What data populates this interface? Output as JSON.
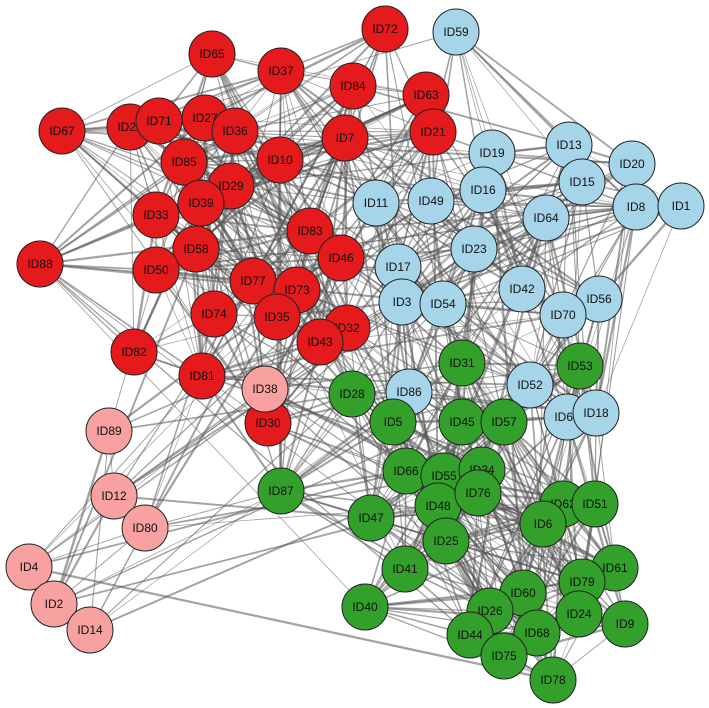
{
  "colors": {
    "red": "#e41a1c",
    "pink": "#f7a1a1",
    "blue": "#a6d4e9",
    "green": "#33a02c",
    "edge": "#555555",
    "background": "#ffffff"
  },
  "nodes": [
    {
      "id": "ID72",
      "group": "red"
    },
    {
      "id": "ID65",
      "group": "red"
    },
    {
      "id": "ID37",
      "group": "red"
    },
    {
      "id": "ID84",
      "group": "red"
    },
    {
      "id": "ID63",
      "group": "red"
    },
    {
      "id": "ID67",
      "group": "red"
    },
    {
      "id": "ID22",
      "group": "red"
    },
    {
      "id": "ID71",
      "group": "red"
    },
    {
      "id": "ID27",
      "group": "red"
    },
    {
      "id": "ID36",
      "group": "red"
    },
    {
      "id": "ID7",
      "group": "red"
    },
    {
      "id": "ID21",
      "group": "red"
    },
    {
      "id": "ID85",
      "group": "red"
    },
    {
      "id": "ID10",
      "group": "red"
    },
    {
      "id": "ID29",
      "group": "red"
    },
    {
      "id": "ID33",
      "group": "red"
    },
    {
      "id": "ID39",
      "group": "red"
    },
    {
      "id": "ID83",
      "group": "red"
    },
    {
      "id": "ID88",
      "group": "red"
    },
    {
      "id": "ID58",
      "group": "red"
    },
    {
      "id": "ID46",
      "group": "red"
    },
    {
      "id": "ID50",
      "group": "red"
    },
    {
      "id": "ID77",
      "group": "red"
    },
    {
      "id": "ID73",
      "group": "red"
    },
    {
      "id": "ID74",
      "group": "red"
    },
    {
      "id": "ID35",
      "group": "red"
    },
    {
      "id": "ID32",
      "group": "red"
    },
    {
      "id": "ID43",
      "group": "red"
    },
    {
      "id": "ID82",
      "group": "red"
    },
    {
      "id": "ID81",
      "group": "red"
    },
    {
      "id": "ID30",
      "group": "red"
    },
    {
      "id": "ID38",
      "group": "pink"
    },
    {
      "id": "ID89",
      "group": "pink"
    },
    {
      "id": "ID12",
      "group": "pink"
    },
    {
      "id": "ID80",
      "group": "pink"
    },
    {
      "id": "ID4",
      "group": "pink"
    },
    {
      "id": "ID2",
      "group": "pink"
    },
    {
      "id": "ID14",
      "group": "pink"
    },
    {
      "id": "ID59",
      "group": "blue"
    },
    {
      "id": "ID19",
      "group": "blue"
    },
    {
      "id": "ID13",
      "group": "blue"
    },
    {
      "id": "ID20",
      "group": "blue"
    },
    {
      "id": "ID15",
      "group": "blue"
    },
    {
      "id": "ID16",
      "group": "blue"
    },
    {
      "id": "ID11",
      "group": "blue"
    },
    {
      "id": "ID49",
      "group": "blue"
    },
    {
      "id": "ID64",
      "group": "blue"
    },
    {
      "id": "ID8",
      "group": "blue"
    },
    {
      "id": "ID1",
      "group": "blue"
    },
    {
      "id": "ID23",
      "group": "blue"
    },
    {
      "id": "ID17",
      "group": "blue"
    },
    {
      "id": "ID42",
      "group": "blue"
    },
    {
      "id": "ID56",
      "group": "blue"
    },
    {
      "id": "ID3",
      "group": "blue"
    },
    {
      "id": "ID54",
      "group": "blue"
    },
    {
      "id": "ID70",
      "group": "blue"
    },
    {
      "id": "ID86",
      "group": "blue"
    },
    {
      "id": "ID52",
      "group": "blue"
    },
    {
      "id": "ID69",
      "group": "blue"
    },
    {
      "id": "ID18",
      "group": "blue"
    },
    {
      "id": "ID31",
      "group": "green"
    },
    {
      "id": "ID53",
      "group": "green"
    },
    {
      "id": "ID28",
      "group": "green"
    },
    {
      "id": "ID5",
      "group": "green"
    },
    {
      "id": "ID45",
      "group": "green"
    },
    {
      "id": "ID57",
      "group": "green"
    },
    {
      "id": "ID87",
      "group": "green"
    },
    {
      "id": "ID66",
      "group": "green"
    },
    {
      "id": "ID55",
      "group": "green"
    },
    {
      "id": "ID34",
      "group": "green"
    },
    {
      "id": "ID48",
      "group": "green"
    },
    {
      "id": "ID76",
      "group": "green"
    },
    {
      "id": "ID62",
      "group": "green"
    },
    {
      "id": "ID51",
      "group": "green"
    },
    {
      "id": "ID47",
      "group": "green"
    },
    {
      "id": "ID6",
      "group": "green"
    },
    {
      "id": "ID25",
      "group": "green"
    },
    {
      "id": "ID41",
      "group": "green"
    },
    {
      "id": "ID61",
      "group": "green"
    },
    {
      "id": "ID79",
      "group": "green"
    },
    {
      "id": "ID60",
      "group": "green"
    },
    {
      "id": "ID40",
      "group": "green"
    },
    {
      "id": "ID26",
      "group": "green"
    },
    {
      "id": "ID24",
      "group": "green"
    },
    {
      "id": "ID9",
      "group": "green"
    },
    {
      "id": "ID44",
      "group": "green"
    },
    {
      "id": "ID68",
      "group": "green"
    },
    {
      "id": "ID75",
      "group": "green"
    },
    {
      "id": "ID78",
      "group": "green"
    }
  ]
}
